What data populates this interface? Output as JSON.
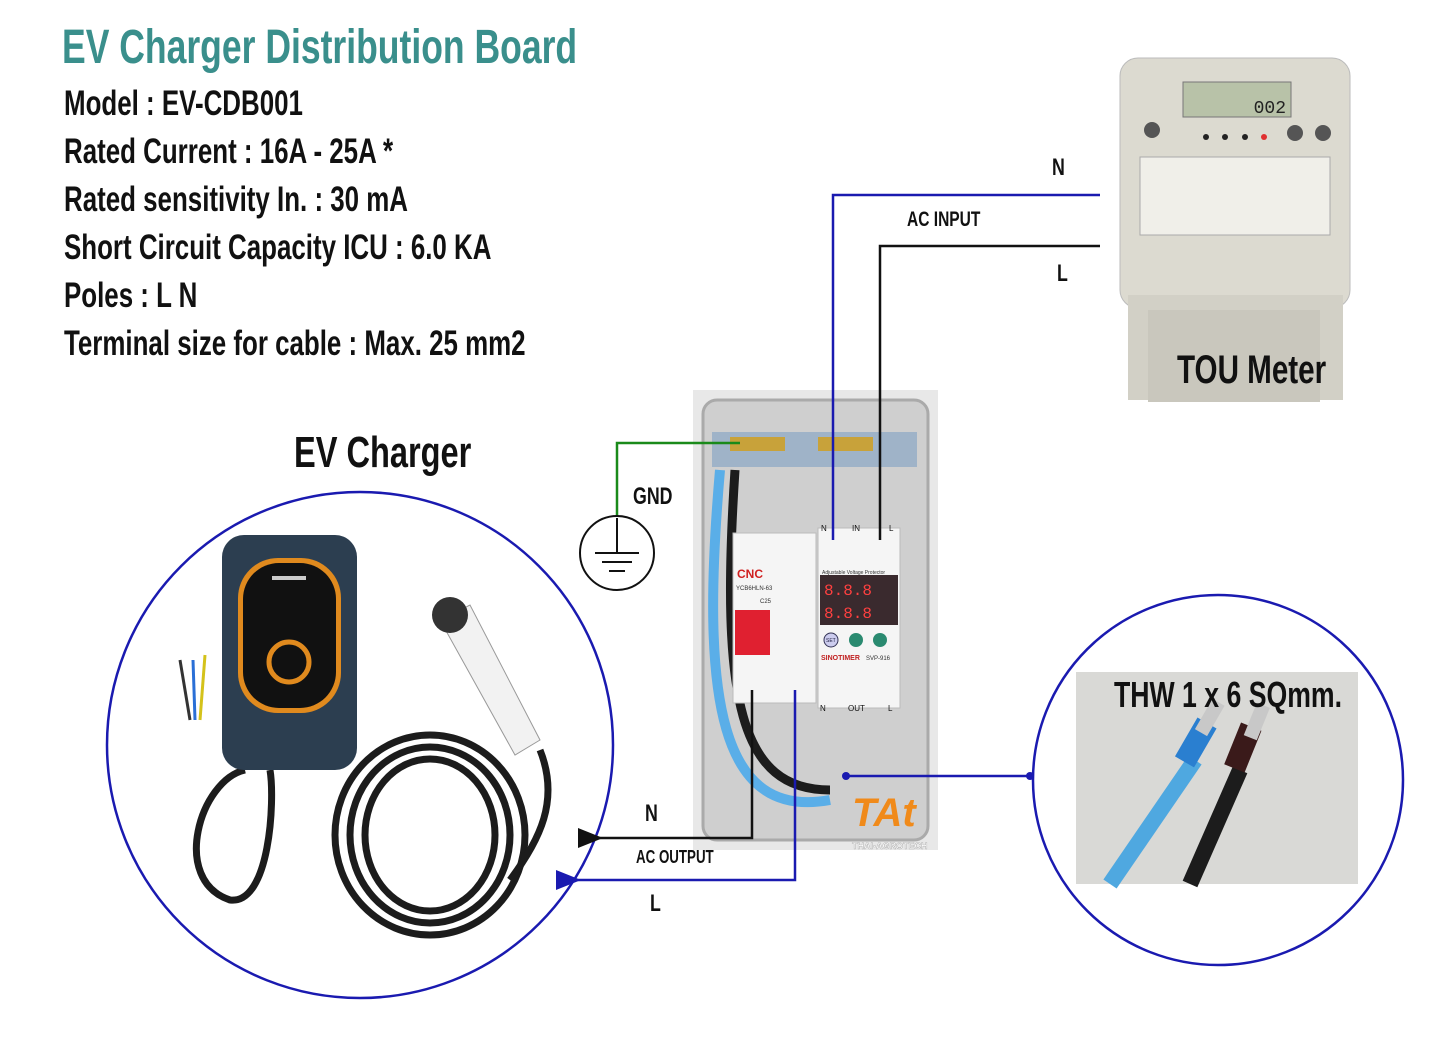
{
  "title": "EV Charger Distribution Board",
  "specs": [
    "Model : EV-CDB001",
    "Rated Current : 16A - 25A *",
    "Rated sensitivity In. : 30 mA",
    "Short Circuit Capacity ICU : 6.0 KA",
    "Poles : L N",
    "Terminal size for cable : Max. 25 mm2"
  ],
  "ev_charger": {
    "title": "EV Charger"
  },
  "meter": {
    "label": "TOU Meter",
    "display": "002"
  },
  "input": {
    "n": "N",
    "l": "L",
    "label": "AC INPUT"
  },
  "output": {
    "n": "N",
    "l": "L",
    "label": "AC OUTPUT"
  },
  "ground": {
    "label": "GND"
  },
  "cable": {
    "label": "THW 1 x 6 SQmm."
  },
  "board": {
    "breaker_brand": "CNC",
    "breaker_model": "YCB6HLN-63",
    "breaker_rating": "C25",
    "protector_title": "Adjustable Voltage Protector",
    "protector_brand": "SINOTIMER",
    "protector_model": "SVP-916",
    "digits": "8.8.8",
    "set": "SET",
    "in": "IN",
    "out": "OUT",
    "n": "N",
    "l": "L"
  },
  "logo": {
    "name": "THAI-AGROTECH"
  },
  "colors": {
    "title": "#3a8f8c",
    "wire_n": "#1a1ab0",
    "wire_l": "#111111",
    "ground": "#1a8a1a",
    "circle": "#1a1ab0"
  }
}
